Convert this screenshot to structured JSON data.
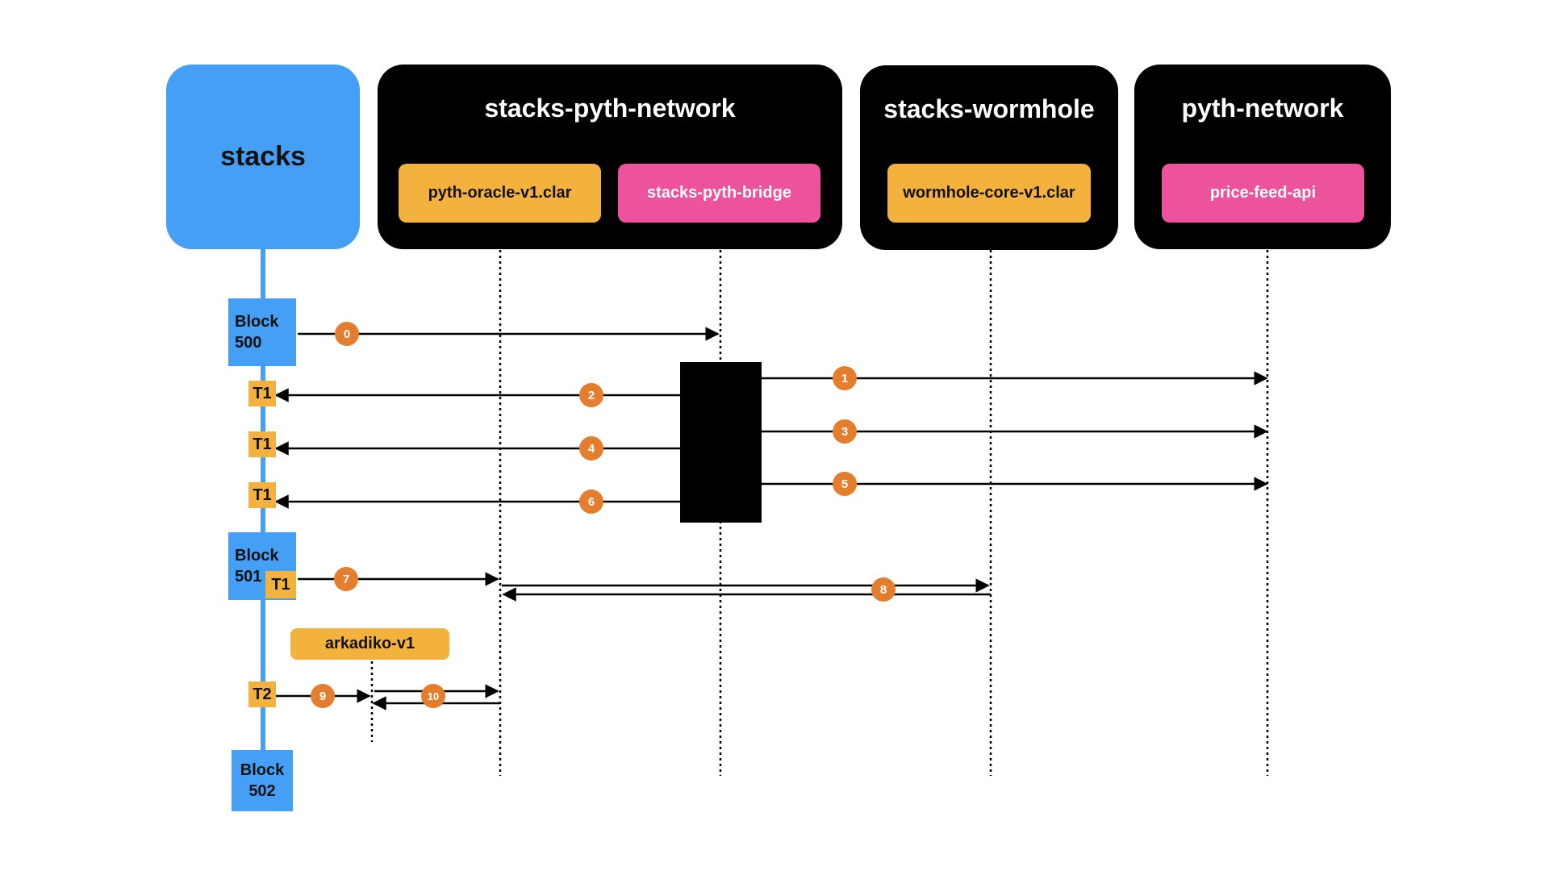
{
  "stacks": {
    "label": "stacks"
  },
  "groups": [
    {
      "title": "stacks-pyth-network",
      "components": [
        "pyth-oracle-v1.clar",
        "stacks-pyth-bridge"
      ]
    },
    {
      "title": "stacks-wormhole",
      "components": [
        "wormhole-core-v1.clar"
      ]
    },
    {
      "title": "pyth-network",
      "components": [
        "price-feed-api"
      ]
    }
  ],
  "blocks": [
    {
      "line1": "Block",
      "line2": "500"
    },
    {
      "line1": "Block",
      "line2": "501"
    },
    {
      "line1": "Block",
      "line2": "502"
    }
  ],
  "transactions": [
    "T1",
    "T1",
    "T1",
    "T1",
    "T2"
  ],
  "arkadiko": {
    "label": "arkadiko-v1"
  },
  "steps": [
    "0",
    "1",
    "2",
    "3",
    "4",
    "5",
    "6",
    "7",
    "8",
    "9",
    "10"
  ],
  "colors": {
    "blue": "#459ff5",
    "orange": "#f3b23e",
    "pink": "#ec539c",
    "step": "#e47d2d",
    "black": "#000000"
  }
}
